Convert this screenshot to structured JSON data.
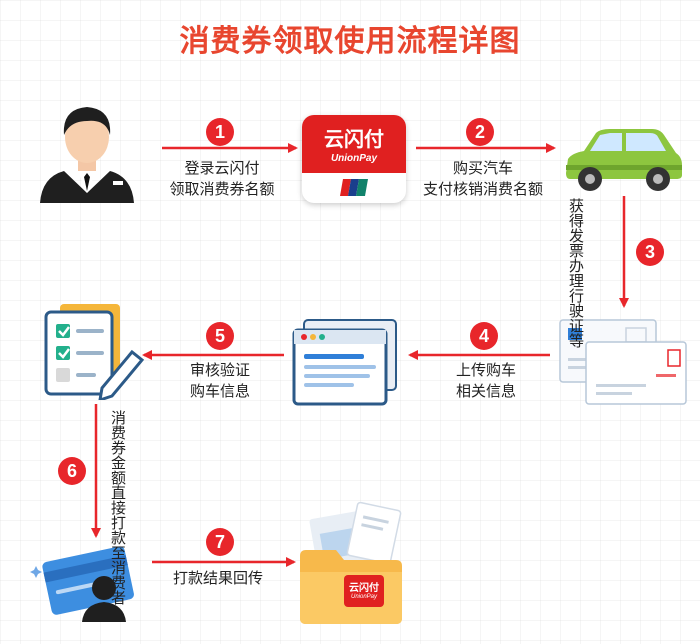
{
  "title": "消费券领取使用流程详图",
  "colors": {
    "accent": "#e8462f",
    "step_circle": "#e8262b",
    "unionpay_red": "#e02020",
    "car_green": "#8dc63f",
    "screen_blue": "#2f7fd8"
  },
  "steps": [
    {
      "number": "1",
      "label_lines": [
        "登录云闪付",
        "领取消费券名额"
      ]
    },
    {
      "number": "2",
      "label_lines": [
        "购买汽车",
        "支付核销消费名额"
      ]
    },
    {
      "number": "3",
      "label_columns": [
        "获得发票",
        "办理行驶证等"
      ]
    },
    {
      "number": "4",
      "label_lines": [
        "上传购车",
        "相关信息"
      ]
    },
    {
      "number": "5",
      "label_lines": [
        "审核验证",
        "购车信息"
      ]
    },
    {
      "number": "6",
      "label_columns": [
        "消费券金额直接",
        "打款至消费者"
      ]
    },
    {
      "number": "7",
      "label_lines": [
        "打款结果回传"
      ]
    }
  ],
  "brand": {
    "name": "云闪付",
    "name_en": "UnionPay"
  },
  "icons": {
    "user": "person-suit-icon",
    "app": "unionpay-app-icon",
    "car": "car-icon",
    "documents": "invoice-documents-icon",
    "screen": "browser-window-icon",
    "checklist": "checklist-pencil-icon",
    "card": "bank-card-person-icon",
    "folder": "folder-files-icon"
  }
}
